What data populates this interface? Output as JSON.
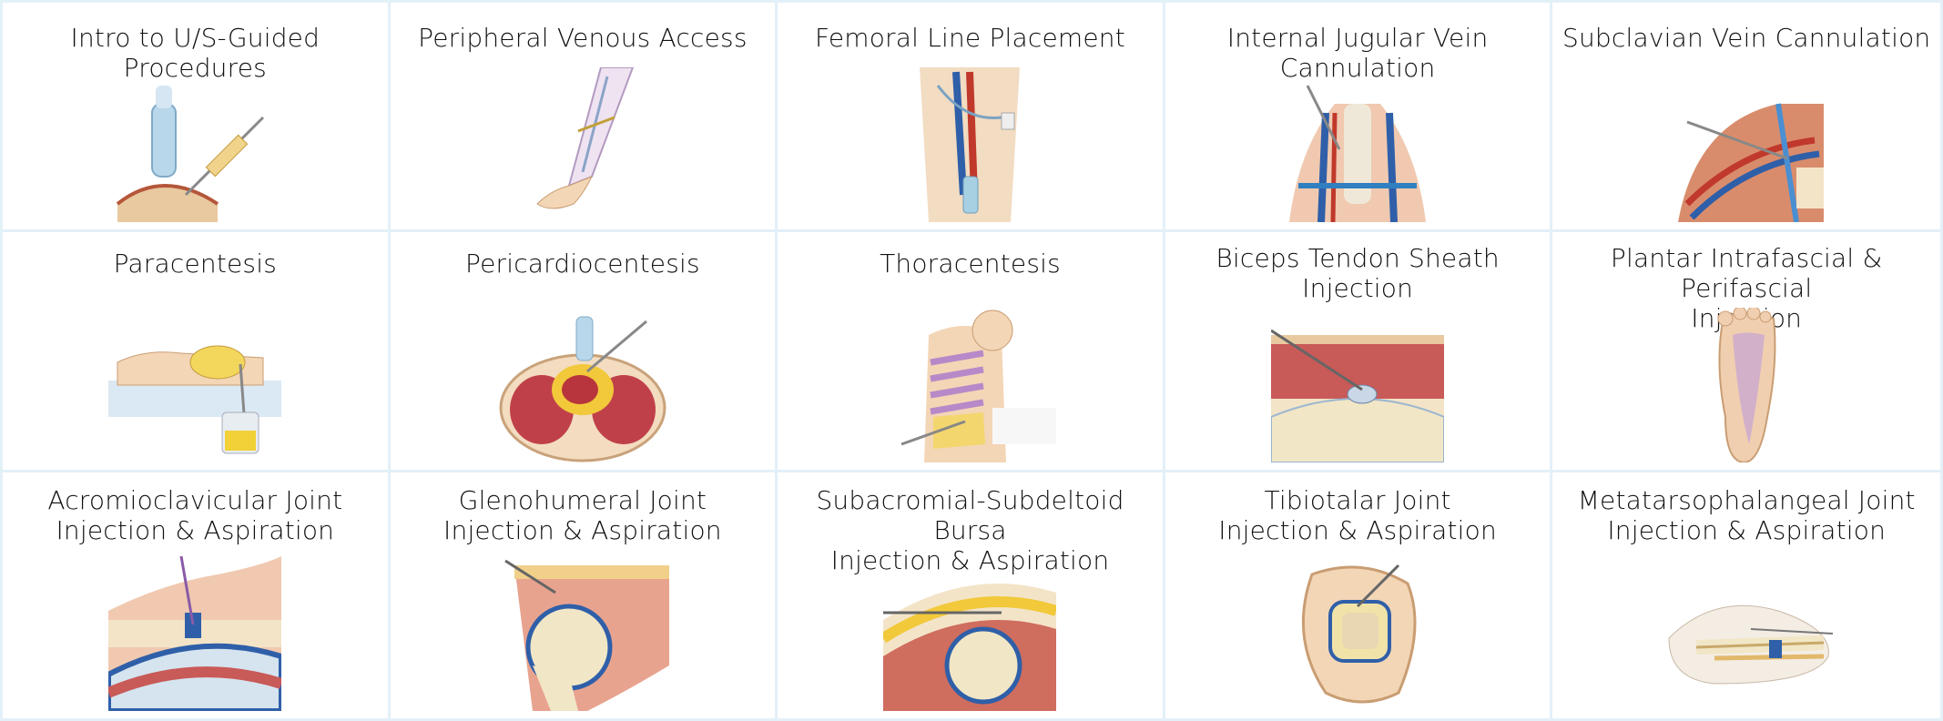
{
  "procedures": [
    {
      "title": [
        "Intro to U/S-Guided Procedures"
      ],
      "icon": "probe-syringe-icon"
    },
    {
      "title": [
        "Peripheral Venous Access"
      ],
      "icon": "arm-vein-icon"
    },
    {
      "title": [
        "Femoral Line Placement"
      ],
      "icon": "femoral-line-icon"
    },
    {
      "title": [
        "Internal Jugular Vein Cannulation"
      ],
      "icon": "neck-vein-icon"
    },
    {
      "title": [
        "Subclavian Vein Cannulation"
      ],
      "icon": "subclavian-vein-icon"
    },
    {
      "title": [
        "Paracentesis"
      ],
      "icon": "abdomen-drain-icon"
    },
    {
      "title": [
        "Pericardiocentesis"
      ],
      "icon": "heart-cross-section-icon"
    },
    {
      "title": [
        "Thoracentesis"
      ],
      "icon": "thorax-needle-icon"
    },
    {
      "title": [
        "Biceps Tendon Sheath",
        "Injection"
      ],
      "icon": "tendon-sheath-icon"
    },
    {
      "title": [
        "Plantar Intrafascial & Perifascial",
        "Injection"
      ],
      "icon": "foot-sole-icon"
    },
    {
      "title": [
        "Acromioclavicular Joint",
        "Injection & Aspiration"
      ],
      "icon": "ac-joint-icon"
    },
    {
      "title": [
        "Glenohumeral Joint",
        "Injection & Aspiration"
      ],
      "icon": "shoulder-joint-icon"
    },
    {
      "title": [
        "Subacromial-Subdeltoid Bursa",
        "Injection & Aspiration"
      ],
      "icon": "bursa-icon"
    },
    {
      "title": [
        "Tibiotalar Joint",
        "Injection & Aspiration"
      ],
      "icon": "ankle-cross-section-icon"
    },
    {
      "title": [
        "Metatarsophalangeal Joint",
        "Injection & Aspiration"
      ],
      "icon": "toe-joint-icon"
    }
  ]
}
